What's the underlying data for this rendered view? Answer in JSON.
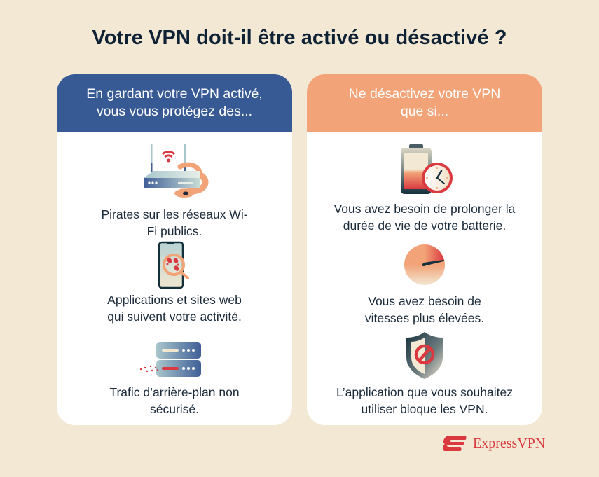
{
  "title": "Votre VPN doit-il être activé ou désactivé ?",
  "left_card": {
    "header_line1": "En gardant votre VPN activé,",
    "header_line2": "vous vous protégez des...",
    "header_color": "#385a94",
    "items": [
      {
        "icon": "router-snake-icon",
        "line1": "Pirates sur les réseaux Wi-",
        "line2": "Fi publics."
      },
      {
        "icon": "phone-magnifier-footprints-icon",
        "line1": "Applications et sites web",
        "line2": "qui suivent votre activité."
      },
      {
        "icon": "server-leak-icon",
        "line1": "Trafic d’arrière-plan non",
        "line2": "sécurisé."
      }
    ]
  },
  "right_card": {
    "header_line1": "Ne désactivez votre VPN",
    "header_line2": "que si...",
    "header_color": "#f2a377",
    "items": [
      {
        "icon": "battery-clock-icon",
        "line1": "Vous avez besoin de prolonger la",
        "line2": "durée de vie de votre batterie."
      },
      {
        "icon": "speedometer-icon",
        "line1": "Vous avez besoin de",
        "line2": "vitesses plus élevées."
      },
      {
        "icon": "shield-blocked-icon",
        "line1": "L’application que vous souhaitez",
        "line2": "utiliser bloque les VPN."
      }
    ]
  },
  "brand": {
    "name": "ExpressVPN",
    "color": "#da3940"
  },
  "colors": {
    "background": "#f2e8d3",
    "title_text": "#0f2235",
    "accent_red": "#da3940"
  }
}
